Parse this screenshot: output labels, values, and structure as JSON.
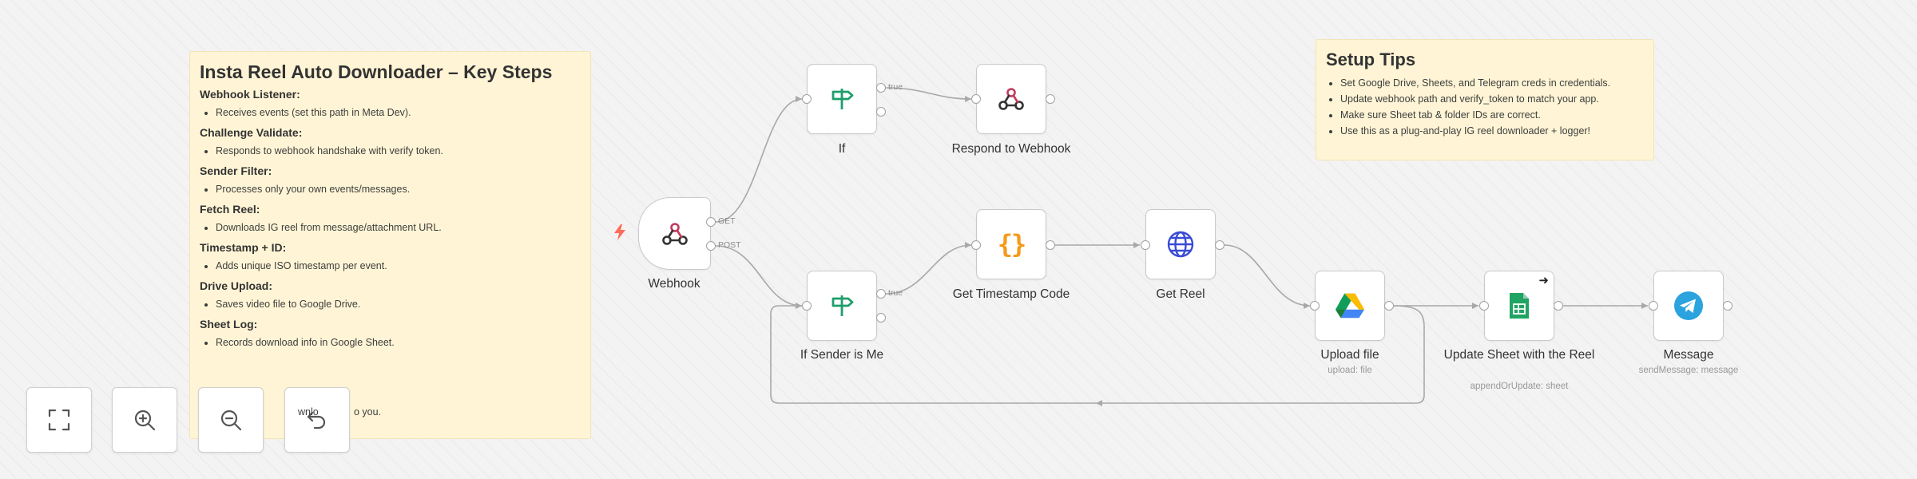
{
  "sticky_steps": {
    "title": "Insta Reel Auto Downloader – Key Steps",
    "sections": [
      {
        "heading": "Webhook Listener:",
        "bullet": "Receives events (set this path in Meta Dev)."
      },
      {
        "heading": "Challenge Validate:",
        "bullet": "Responds to webhook handshake with verify token."
      },
      {
        "heading": "Sender Filter:",
        "bullet": "Processes only your own events/messages."
      },
      {
        "heading": "Fetch Reel:",
        "bullet": "Downloads IG reel from message/attachment URL."
      },
      {
        "heading": "Timestamp + ID:",
        "bullet": "Adds unique ISO timestamp per event."
      },
      {
        "heading": "Drive Upload:",
        "bullet": "Saves video file to Google Drive."
      },
      {
        "heading": "Sheet Log:",
        "bullet": "Records download info in Google Sheet."
      }
    ],
    "trailing_fragment": "wnlo",
    "trailing_end": "o you."
  },
  "sticky_setup": {
    "title": "Setup Tips",
    "bullets": [
      "Set Google Drive, Sheets, and Telegram creds in credentials.",
      "Update webhook path and verify_token to match your app.",
      "Make sure Sheet tab & folder IDs are correct.",
      "Use this as a plug-and-play IG reel downloader + logger!"
    ]
  },
  "nodes": {
    "webhook": {
      "title": "Webhook",
      "out_get": "GET",
      "out_post": "POST",
      "icon": "webhook-icon",
      "color": "#c23a5c"
    },
    "if": {
      "title": "If",
      "out_true": "true",
      "icon": "signpost-icon",
      "color": "#1e9e6a"
    },
    "respond": {
      "title": "Respond to Webhook",
      "icon": "webhook-icon"
    },
    "if_sender": {
      "title": "If Sender is Me",
      "out_true": "true",
      "icon": "signpost-icon"
    },
    "timestamp": {
      "title": "Get Timestamp Code",
      "icon": "code-braces-icon",
      "color": "#f59a1b"
    },
    "get_reel": {
      "title": "Get Reel",
      "icon": "globe-icon",
      "color": "#3a4bd4"
    },
    "upload": {
      "title": "Upload file",
      "subtitle": "upload: file",
      "icon": "google-drive-icon"
    },
    "sheet": {
      "title": "Update Sheet with the Reel",
      "subtitle": "appendOrUpdate: sheet",
      "icon": "google-sheets-icon",
      "color": "#1fa463"
    },
    "message": {
      "title": "Message",
      "subtitle": "sendMessage: message",
      "icon": "telegram-icon",
      "color": "#2aa3de"
    }
  },
  "controls": [
    {
      "name": "fit-view-button",
      "icon": "fit-view-icon"
    },
    {
      "name": "zoom-in-button",
      "icon": "zoom-in-icon"
    },
    {
      "name": "zoom-out-button",
      "icon": "zoom-out-icon"
    },
    {
      "name": "reset-zoom-button",
      "icon": "undo-icon"
    }
  ]
}
